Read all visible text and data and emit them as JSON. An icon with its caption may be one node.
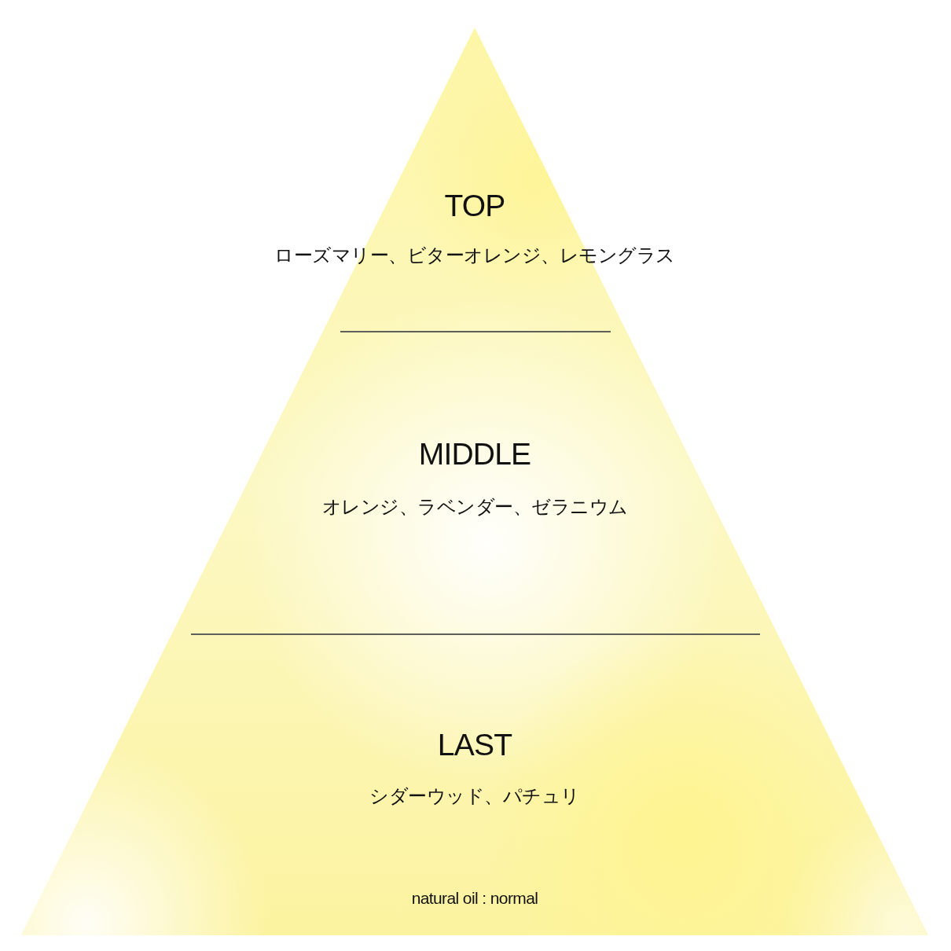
{
  "diagram": {
    "nodes": [
      {
        "text": [
          "TOP",
          "ローズマリー、ビターオレンジ、レモングラス"
        ]
      },
      {
        "text": [
          "MIDDLE",
          "オレンジ、ラベンダー、ゼラニウム"
        ]
      },
      {
        "text": [
          "LAST",
          "シダーウッド、パチュリ"
        ]
      }
    ],
    "labels": [
      "natural oil : normal"
    ]
  }
}
